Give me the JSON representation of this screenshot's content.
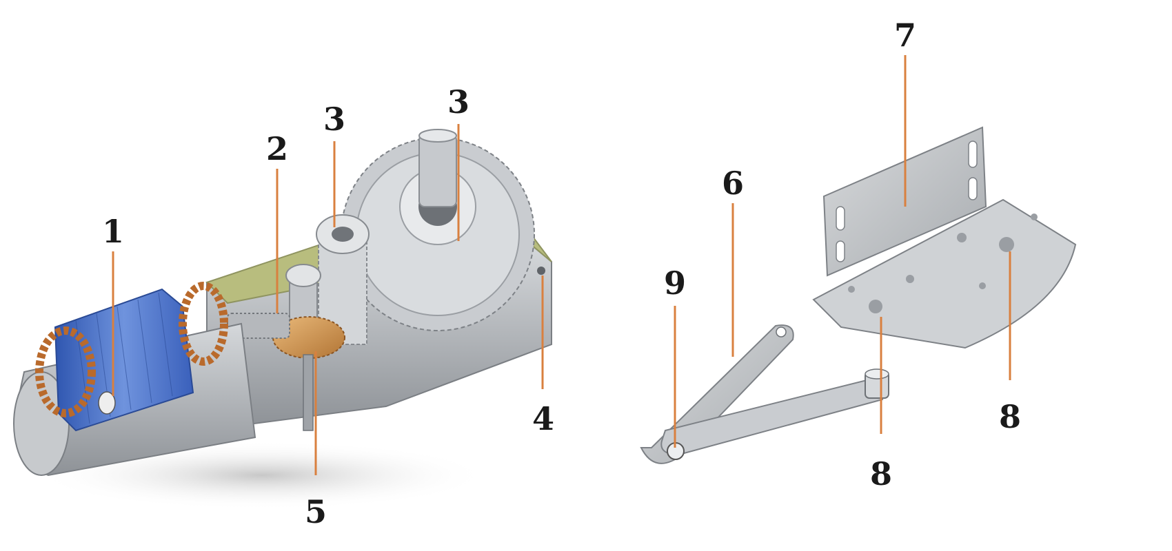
{
  "colors": {
    "leader": "#d9803f",
    "housing": "#b9bcbf",
    "housing_dark": "#8e9297",
    "coil_blue": "#4a72c9",
    "copper": "#b96a2c",
    "gasket": "#b8bd7e",
    "gear": "#cfd2d5",
    "plate": "#c3c6c9"
  },
  "callouts": {
    "c1": "1",
    "c2": "2",
    "c3a": "3",
    "c3b": "3",
    "c4": "4",
    "c5": "5",
    "c6": "6",
    "c7": "7",
    "c8a": "8",
    "c8b": "8",
    "c9": "9"
  }
}
